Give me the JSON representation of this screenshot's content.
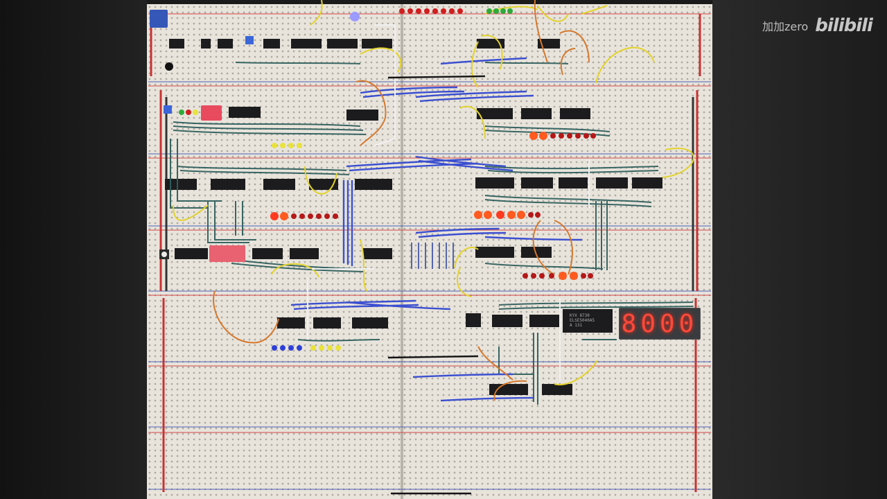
{
  "watermark": {
    "channel_text": "加加zero",
    "logo_text": "bilibili"
  },
  "display": {
    "digits": "8000"
  },
  "chip_marking": {
    "line1": "KYX 8730",
    "line2": "ELSE5040A5",
    "line3": "A  131"
  },
  "colors": {
    "board": "#e8e4dc",
    "rail_red": "#d64545",
    "rail_blue": "#4c5fb5",
    "wire_teal": "#2f5f5c",
    "wire_blue": "#3b4fd0",
    "wire_yellow": "#e3d22b",
    "wire_orange": "#d6782b",
    "led_red_on": "#ff3b1f",
    "led_red_off": "#b51818",
    "led_blue": "#7b7bff"
  },
  "scene": {
    "subject": "8-bit breadboard computer",
    "led_banks_lit": 4
  }
}
